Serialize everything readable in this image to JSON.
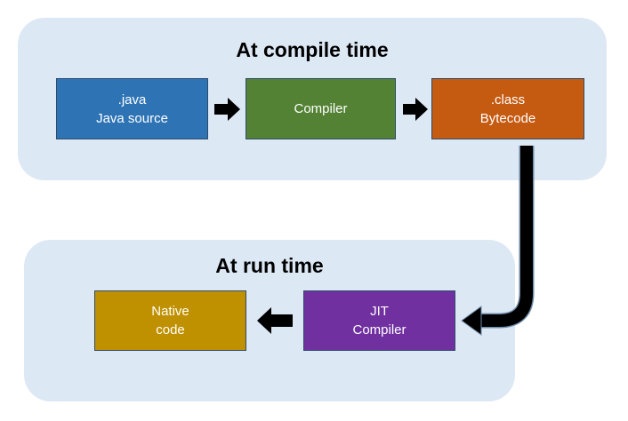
{
  "compile_group": {
    "title": "At compile time",
    "source": {
      "line1": ".java",
      "line2": "Java source"
    },
    "compiler": {
      "line1": "Compiler"
    },
    "bytecode": {
      "line1": ".class",
      "line2": "Bytecode"
    }
  },
  "run_group": {
    "title": "At run time",
    "jit": {
      "line1": "JIT",
      "line2": "Compiler"
    },
    "native": {
      "line1": "Native",
      "line2": "code"
    }
  },
  "colors": {
    "group_background": "#dde8f5",
    "java_box": "#2e74b5",
    "compiler_box": "#548235",
    "class_box": "#c55a11",
    "jit_box": "#7030a0",
    "native_box": "#bf9000",
    "arrow": "#000000"
  }
}
